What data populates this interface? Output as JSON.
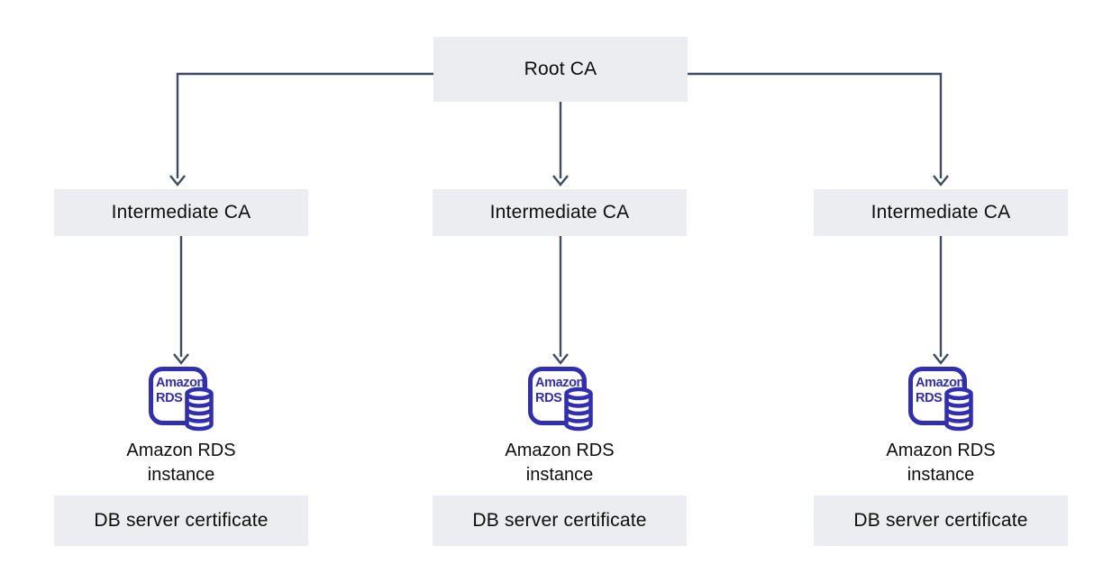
{
  "diagram": {
    "type": "hierarchy",
    "root": {
      "label": "Root CA"
    },
    "rds_icon": {
      "line1": "Amazon",
      "line2": "RDS"
    },
    "columns": [
      {
        "intermediate_label": "Intermediate CA",
        "instance_line1": "Amazon RDS",
        "instance_line2": "instance",
        "certificate_label": "DB server certificate"
      },
      {
        "intermediate_label": "Intermediate CA",
        "instance_line1": "Amazon RDS",
        "instance_line2": "instance",
        "certificate_label": "DB server certificate"
      },
      {
        "intermediate_label": "Intermediate CA",
        "instance_line1": "Amazon RDS",
        "instance_line2": "instance",
        "certificate_label": "DB server certificate"
      }
    ],
    "colors": {
      "node_background": "#ECEDF1",
      "connector": "#3E4C63",
      "rds_icon": "#312EB2",
      "text": "#0d0d0d"
    }
  }
}
